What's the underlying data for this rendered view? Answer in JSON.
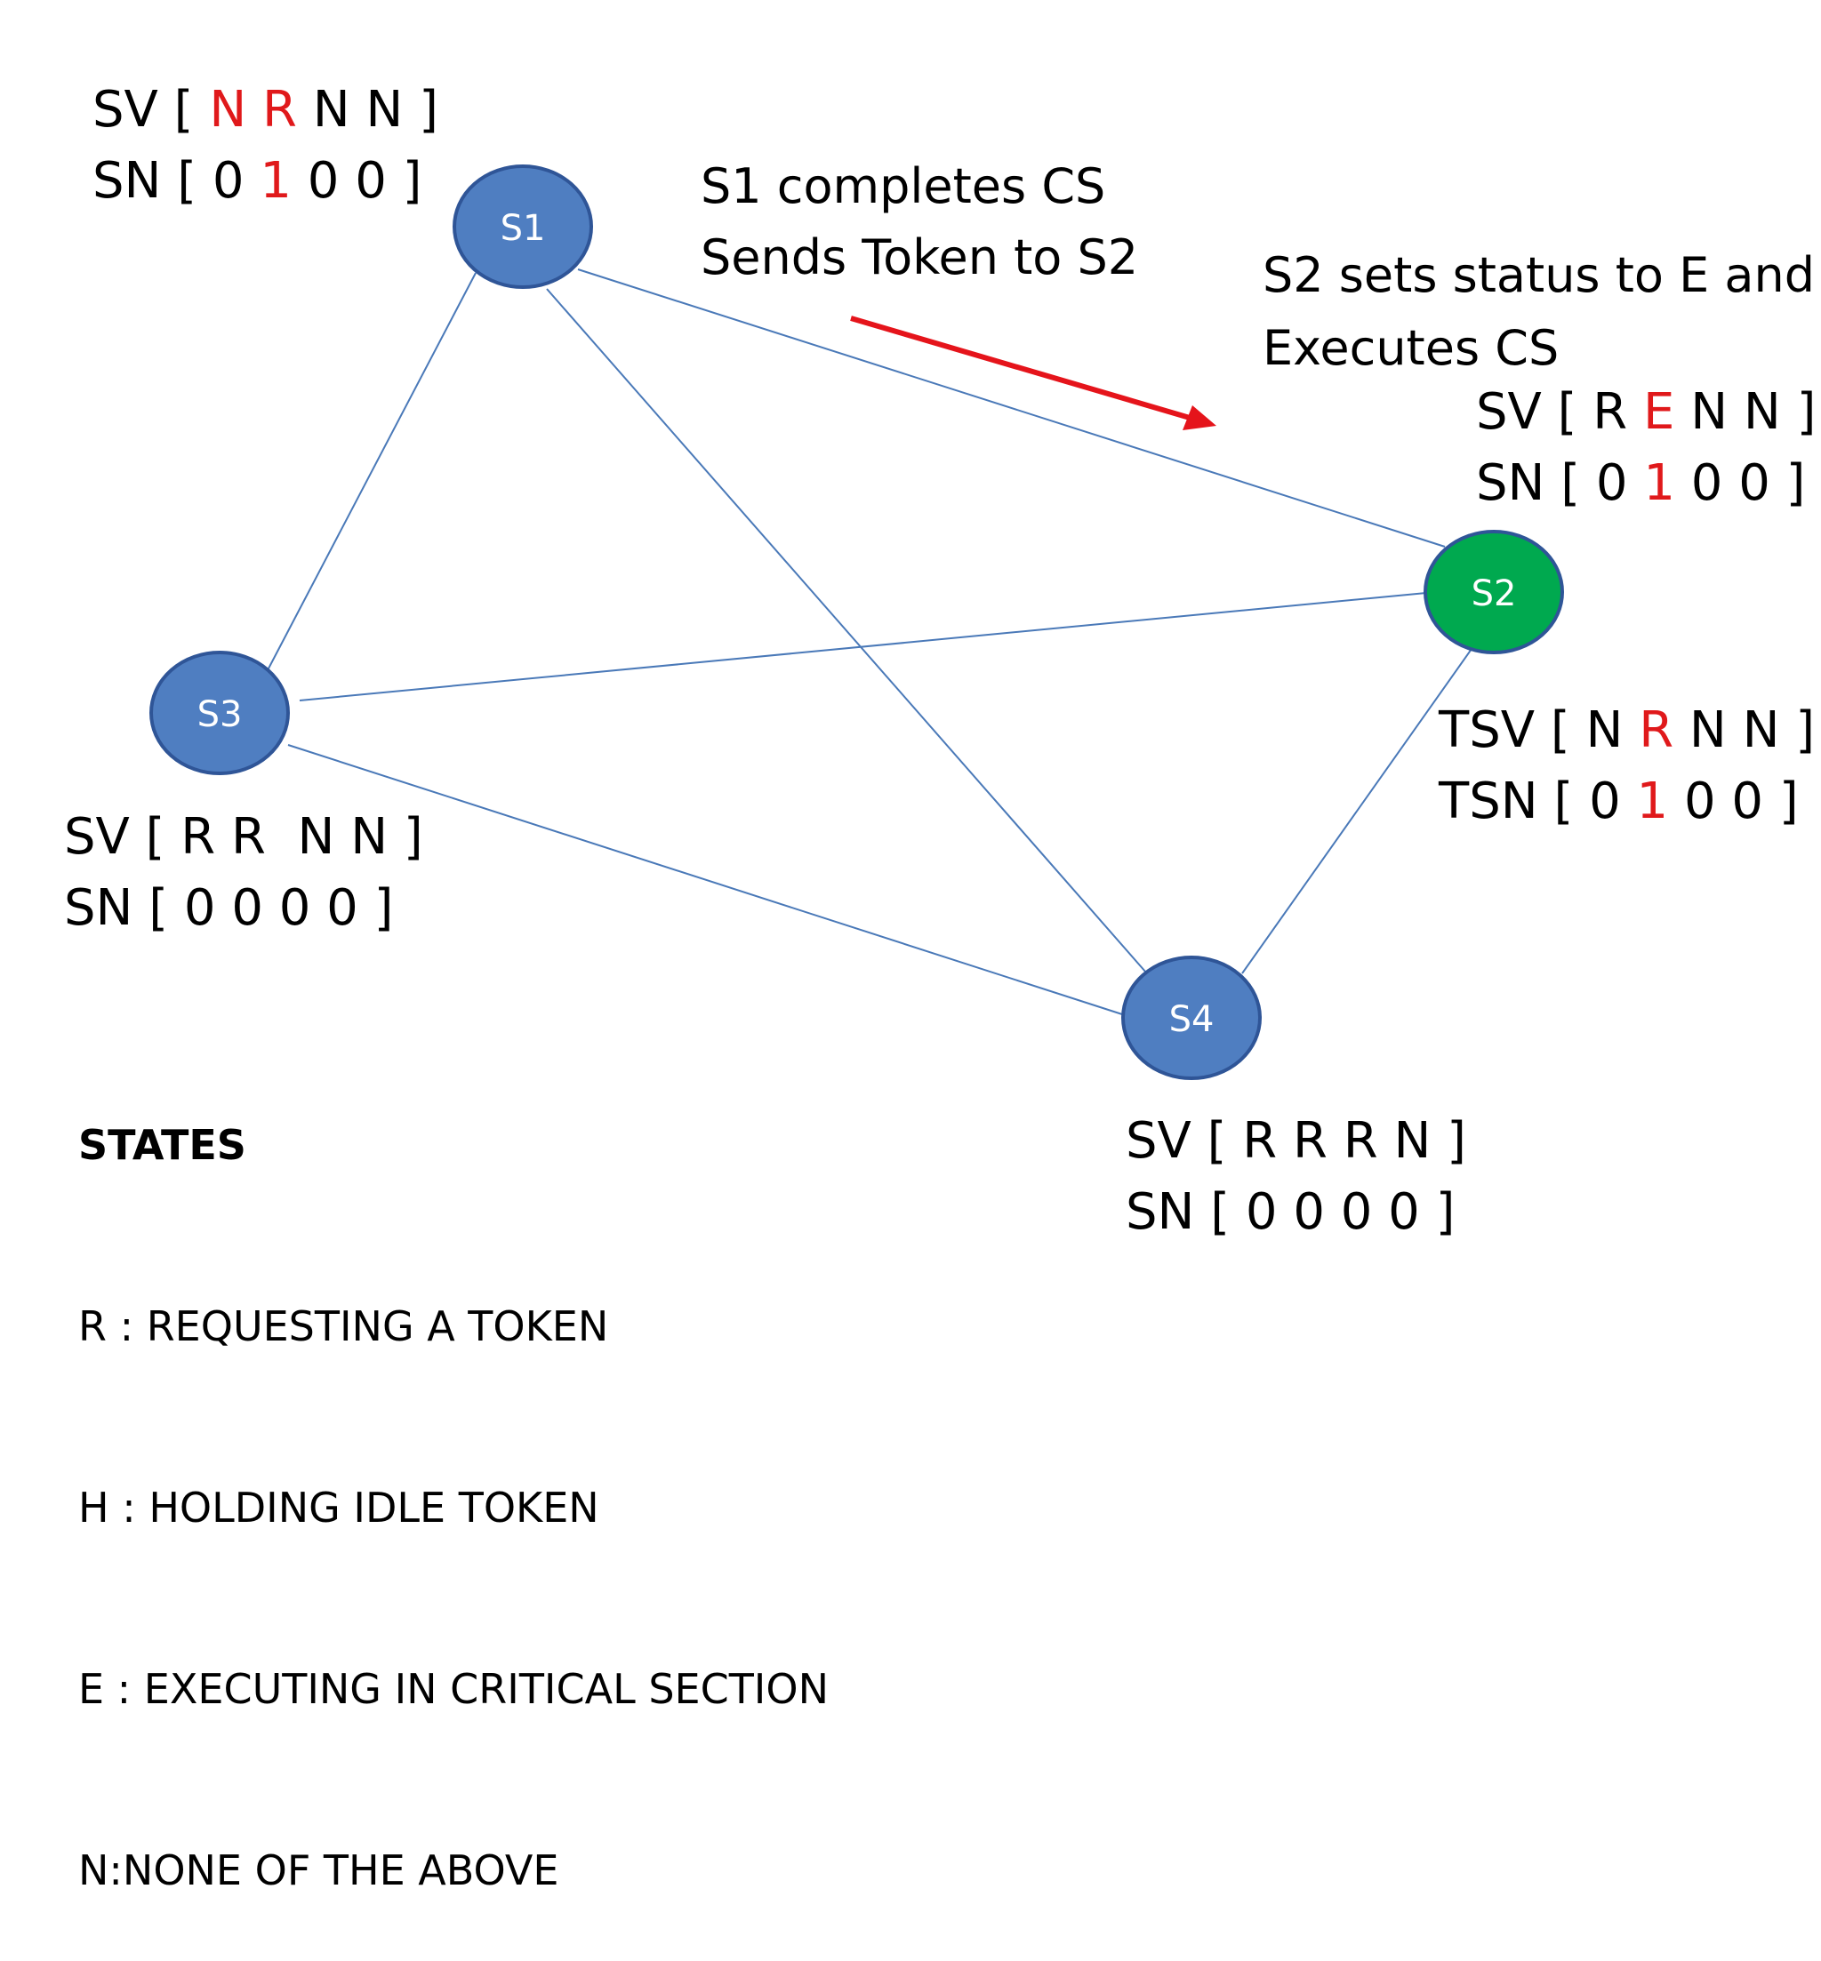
{
  "nodes": {
    "s1": {
      "label": "S1",
      "color": "#4f7ec1"
    },
    "s2": {
      "label": "S2",
      "color": "#00a94f"
    },
    "s3": {
      "label": "S3",
      "color": "#4f7ec1"
    },
    "s4": {
      "label": "S4",
      "color": "#4f7ec1"
    }
  },
  "colors": {
    "edge": "#4a79b8",
    "arrow": "#e5141b",
    "highlight": "#e0191b",
    "node_stroke": "#2f5597"
  },
  "s1_vectors": {
    "sv": {
      "prefix": "SV [ ",
      "hl1": "N",
      "sep": " ",
      "hl2": "R",
      "rest": " N N ]"
    },
    "sn": {
      "prefix": "SN [ 0 ",
      "hl": "1",
      "rest": " 0 0 ]"
    }
  },
  "s2_vectors": {
    "sv": {
      "prefix": "SV [ R ",
      "hl": "E",
      "rest": " N N ]"
    },
    "sn": {
      "prefix": "SN [ 0 ",
      "hl": "1",
      "rest": " 0 0 ]"
    }
  },
  "token_vectors": {
    "tsv": {
      "prefix": "TSV [ N ",
      "hl": "R",
      "rest": " N N ]"
    },
    "tsn": {
      "prefix": "TSN [ 0 ",
      "hl": "1",
      "rest": " 0 0 ]"
    }
  },
  "s3_vectors": {
    "sv": "SV [ R R  N N ]",
    "sn": "SN [ 0 0 0 0 ]"
  },
  "s4_vectors": {
    "sv": "SV [ R R R N ]",
    "sn": "SN [ 0 0 0 0 ]"
  },
  "annotations": {
    "s1_line1": "S1 completes CS",
    "s1_line2": "Sends Token to S2",
    "s2_line1": "S2 sets status to E and",
    "s2_line2": "Executes CS"
  },
  "legend": {
    "title": "STATES",
    "items": [
      "R : REQUESTING A TOKEN",
      "H : HOLDING IDLE TOKEN",
      "E : EXECUTING IN CRITICAL SECTION",
      "N:NONE OF THE ABOVE"
    ]
  }
}
